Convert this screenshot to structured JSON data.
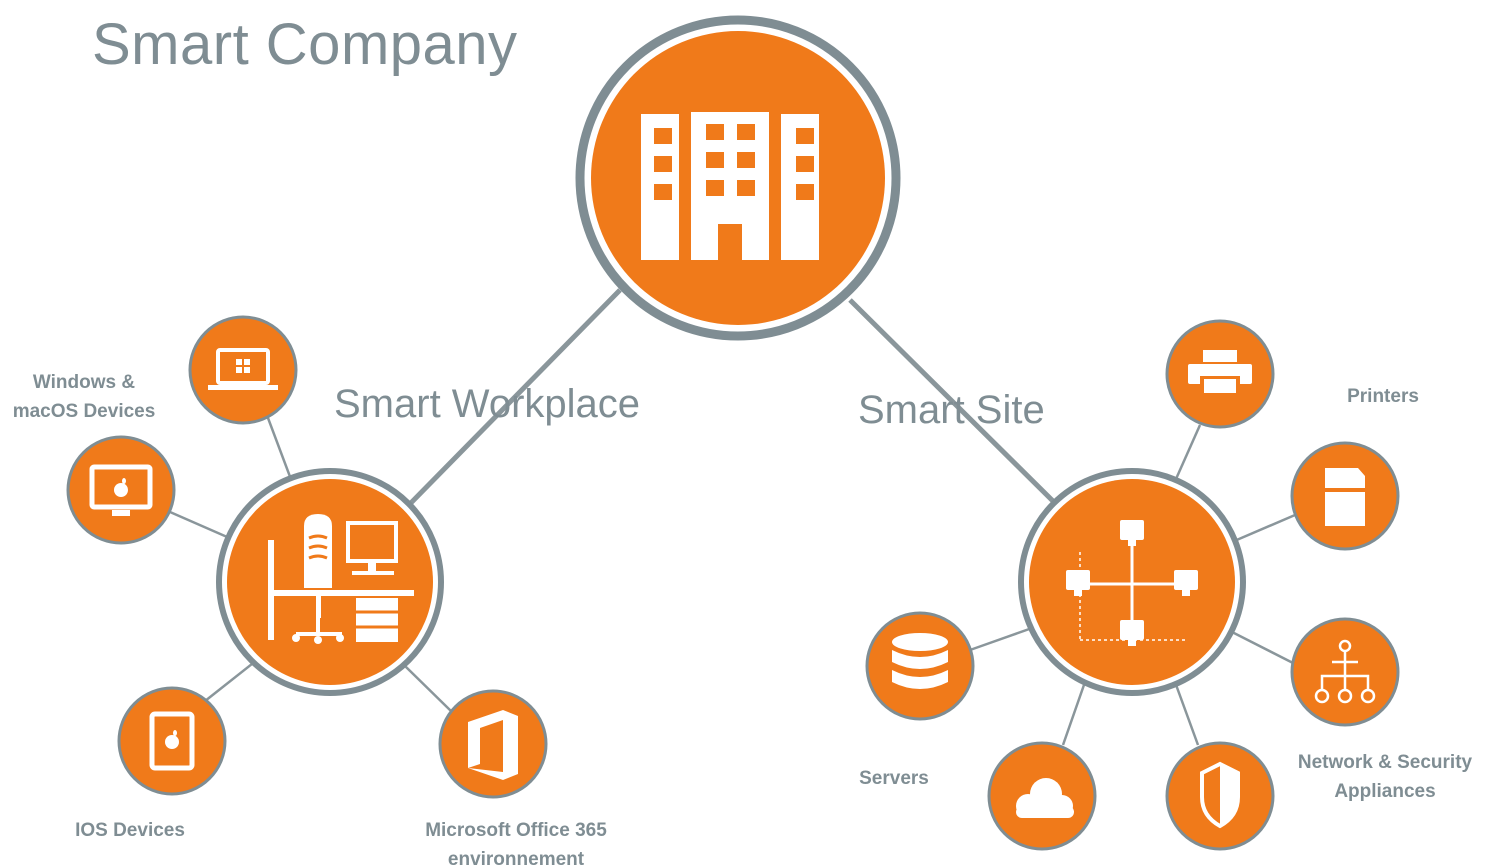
{
  "title": "Smart Company",
  "colors": {
    "accent": "#f07a1a",
    "ring": "#7f8d93",
    "line": "#8a969b",
    "icon": "#ffffff",
    "text": "#7f8d93"
  },
  "hubs": {
    "workplace": {
      "label": "Smart Workplace",
      "icon": "office-desk-icon"
    },
    "site": {
      "label": "Smart Site",
      "icon": "network-topology-icon"
    }
  },
  "nodes": {
    "windows_macos": {
      "label_line1": "Windows &",
      "label_line2": "macOS Devices",
      "icon": "laptop-windows-icon"
    },
    "mac_monitor": {
      "icon": "apple-monitor-icon"
    },
    "ios": {
      "label": "IOS Devices",
      "icon": "apple-tablet-icon"
    },
    "office365": {
      "label_line1": "Microsoft Office 365",
      "label_line2": "environnement",
      "icon": "office-icon"
    },
    "printers": {
      "label": "Printers",
      "icon": "printer-icon"
    },
    "multifunction": {
      "icon": "copier-icon"
    },
    "network": {
      "label_line1": "Network & Security",
      "label_line2": "Appliances",
      "icon": "network-hierarchy-icon"
    },
    "servers": {
      "label": "Servers",
      "icon": "database-icon"
    },
    "cloud": {
      "icon": "cloud-icon"
    },
    "security": {
      "icon": "shield-icon"
    }
  }
}
